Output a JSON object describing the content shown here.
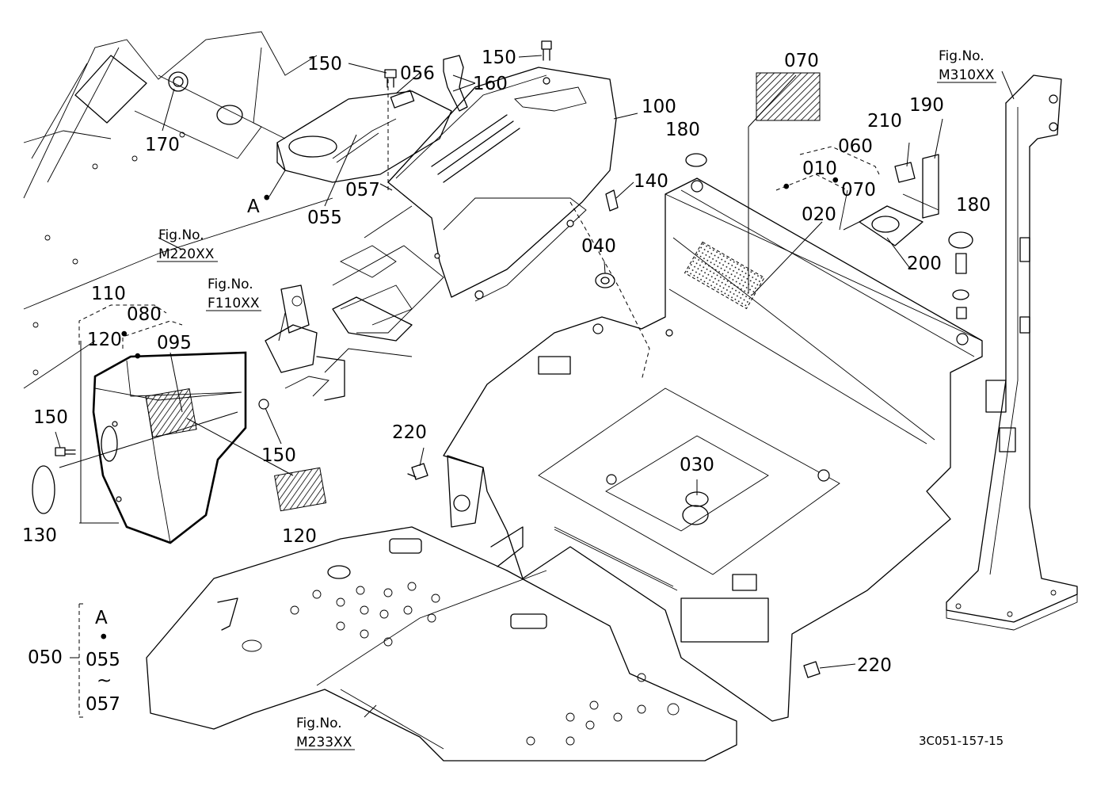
{
  "diagram": {
    "drawing_code": "3C051-157-15",
    "fig_refs": {
      "m220": {
        "line1": "Fig.No.",
        "line2": "M220XX"
      },
      "f110": {
        "line1": "Fig.No.",
        "line2": "F110XX"
      },
      "m310": {
        "line1": "Fig.No.",
        "line2": "M310XX"
      },
      "m233": {
        "line1": "Fig.No.",
        "line2": "M233XX"
      }
    },
    "callouts": {
      "p150_a": "150",
      "p056": "056",
      "p150_b": "150",
      "p160": "160",
      "p170": "170",
      "pA": "A",
      "p055": "055",
      "p057": "057",
      "p100": "100",
      "p180_a": "180",
      "p140": "140",
      "p070_top": "070",
      "p060": "060",
      "p010": "010",
      "p070_b": "070",
      "p020": "020",
      "p210": "210",
      "p190": "190",
      "p180_b": "180",
      "p200": "200",
      "p040": "040",
      "p110": "110",
      "p080": "080",
      "p120_a": "120",
      "p095": "095",
      "p150_c": "150",
      "p150_d": "150",
      "p130": "130",
      "p120_b": "120",
      "p220_a": "220",
      "p030": "030",
      "p220_b": "220"
    },
    "legend_050": {
      "ref": "050",
      "a": "A",
      "dot": "•",
      "from": "055",
      "tilde": "~",
      "to": "057"
    },
    "dot_symbol": "•"
  }
}
